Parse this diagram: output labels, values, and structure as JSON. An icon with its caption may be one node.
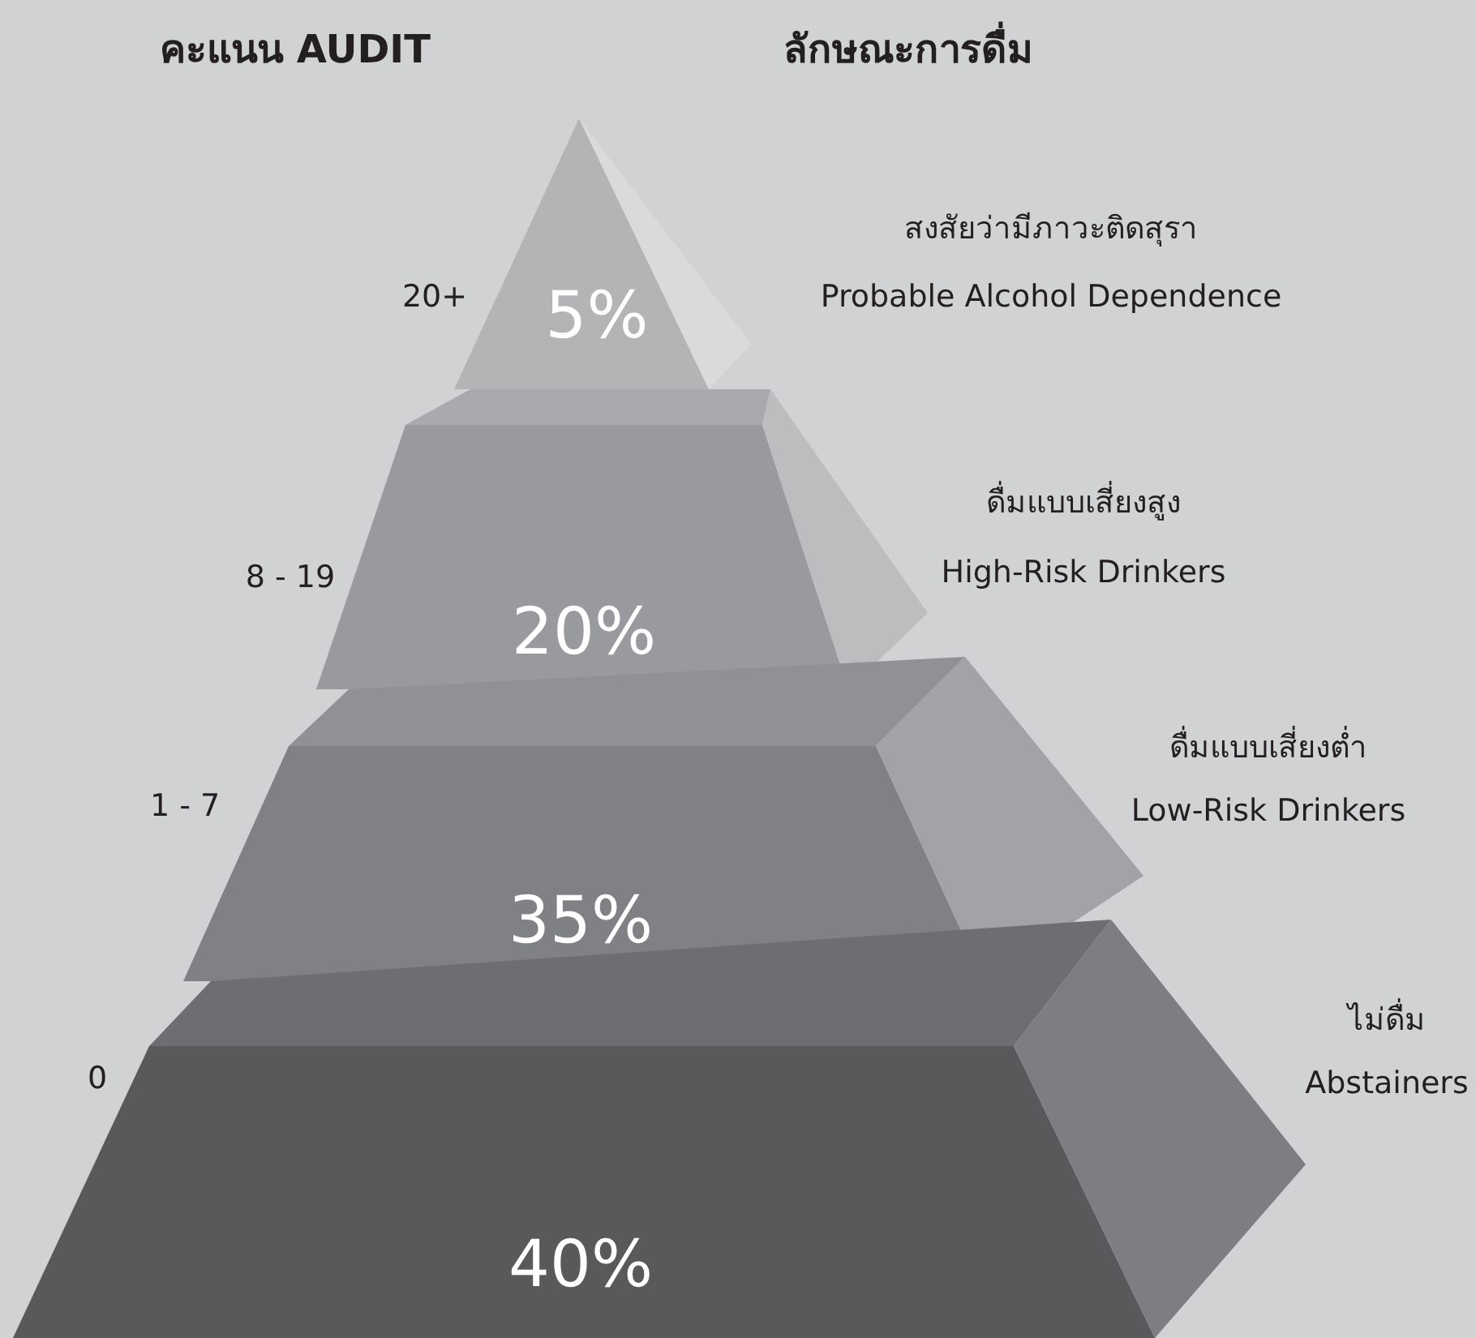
{
  "diagram": {
    "nodes": [
      {
        "text": [
          "5%"
        ],
        "beside": [
          "20+",
          "สงสัยว่ามีภาวะติดสุรา",
          "Probable Alcohol Dependence"
        ]
      },
      {
        "text": [
          "20%"
        ],
        "beside": [
          "8 - 19",
          "ดื่มแบบเสี่ยงสูง",
          "High-Risk Drinkers"
        ]
      },
      {
        "text": [
          "35%"
        ],
        "beside": [
          "1 - 7",
          "ดื่มแบบเสี่ยงต่ำ",
          "Low-Risk Drinkers"
        ]
      },
      {
        "text": [
          "40%"
        ],
        "beside": [
          "0",
          "ไม่ดื่ม",
          "Abstainers"
        ]
      }
    ],
    "labels": [
      "คะแนน AUDIT",
      "ลักษณะการดื่ม"
    ]
  }
}
